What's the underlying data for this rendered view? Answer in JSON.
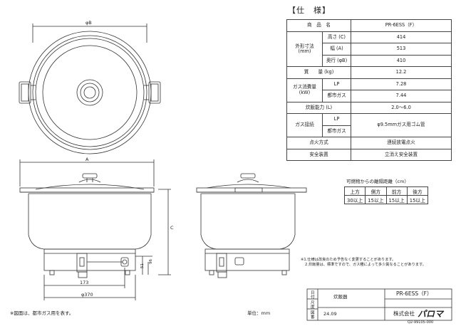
{
  "spec": {
    "title": "【仕　様】",
    "rows": [
      {
        "label": "商　品　名",
        "sub": "",
        "value": "PR-6ESS（F）"
      },
      {
        "label": "外形寸法\n(mm)",
        "sub": "高さ (C)",
        "value": "414"
      },
      {
        "label": "",
        "sub": "幅 (A)",
        "value": "513"
      },
      {
        "label": "",
        "sub": "奥行 (φB)",
        "value": "410"
      },
      {
        "label": "質　　量 (kg)",
        "sub": "",
        "value": "12.2"
      },
      {
        "label": "ガス消費量\n(kW)",
        "sub": "LP",
        "value": "7.28"
      },
      {
        "label": "",
        "sub": "都市ガス",
        "value": "7.44"
      },
      {
        "label": "炊飯能力 (L)",
        "sub": "",
        "value": "2.0～6.0"
      },
      {
        "label": "ガス接続",
        "sub": "LP",
        "value": "φ9.5mmガス用ゴム管"
      },
      {
        "label": "",
        "sub": "都市ガス",
        "value": ""
      },
      {
        "label": "点火方式",
        "sub": "",
        "value": "連続放電点火"
      },
      {
        "label": "安全装置",
        "sub": "",
        "value": "立消え安全装置"
      }
    ]
  },
  "clearance": {
    "title": "可燃物からの離隔距離（cm）",
    "headers": [
      "上方",
      "側方",
      "前方",
      "後方"
    ],
    "values": [
      "30以上",
      "15以上",
      "15以上",
      "15以上"
    ]
  },
  "drawing": {
    "top_dim": "φB",
    "width_dim": "A",
    "height_dim": "C",
    "dim_173": "173",
    "dim_370": "φ370",
    "dim_51": "51",
    "dim_96": "96"
  },
  "notes": {
    "line1": "※1.仕様は改良のため予告なく変更することがあります。",
    "line2": "2.炊飯量は、標準ですので、ガス種によって多少異なることがあります。"
  },
  "footer": {
    "footnote": "※図面は、都市ガス用を表す。",
    "unit": "単位：mm",
    "product_name_label": "炊飯器",
    "model": "PR-6ESS（F）",
    "company": "株式会社",
    "brand": "パロマ",
    "left_labels": [
      "日",
      "付",
      "尺",
      "度",
      "図",
      "番"
    ],
    "date": "24.09",
    "docnum": "Q2-99105-000"
  }
}
